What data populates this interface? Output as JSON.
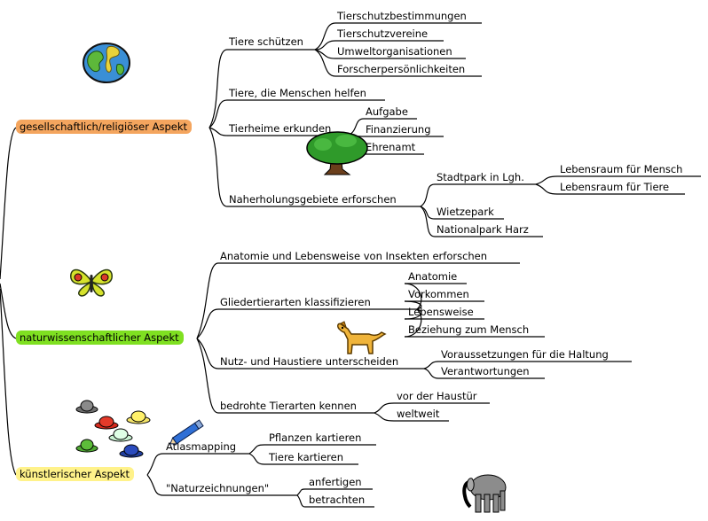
{
  "mindmap": {
    "branches": [
      {
        "label": "gesellschaftlich/religiöser Aspekt",
        "color": "#f4a55e",
        "children": [
          {
            "label": "Tiere schützen",
            "children": [
              "Tierschutzbestimmungen",
              "Tierschutzvereine",
              "Umweltorganisationen",
              "Forscherpersönlichkeiten"
            ]
          },
          {
            "label": "Tiere, die Menschen helfen"
          },
          {
            "label": "Tierheime erkunden",
            "children": [
              "Aufgabe",
              "Finanzierung",
              "Ehrenamt"
            ]
          },
          {
            "label": "Naherholungsgebiete erforschen",
            "children": [
              {
                "label": "Stadtpark in Lgh.",
                "children": [
                  "Lebensraum für Mensch",
                  "Lebensraum für Tiere"
                ]
              },
              "Wietzepark",
              "Nationalpark Harz"
            ]
          }
        ]
      },
      {
        "label": "naturwissenschaftlicher Aspekt",
        "color": "#7fe021",
        "children": [
          {
            "label": "Anatomie und Lebensweise von Insekten erforschen"
          },
          {
            "label": "Gliedertierarten klassifizieren",
            "children": [
              "Anatomie",
              "Vorkommen",
              "Lebensweise",
              "Beziehung zum Mensch"
            ]
          },
          {
            "label": "Nutz- und Haustiere unterscheiden",
            "children": [
              "Voraussetzungen für die Haltung",
              "Verantwortungen"
            ]
          },
          {
            "label": "bedrohte Tierarten kennen",
            "children": [
              "vor der Haustür",
              "weltweit"
            ]
          }
        ]
      },
      {
        "label": "künstlerischer Aspekt",
        "color": "#fff28a",
        "children": [
          {
            "label": "Atlasmapping",
            "children": [
              "Pflanzen kartieren",
              "Tiere kartieren"
            ]
          },
          {
            "label": "\"Naturzeichnungen\"",
            "children": [
              "anfertigen",
              "betrachten"
            ]
          }
        ]
      }
    ],
    "clipart": [
      "globe-icon",
      "tree-icon",
      "butterfly-icon",
      "dog-icon",
      "hats-icon",
      "pencil-icon",
      "elephant-icon"
    ]
  }
}
